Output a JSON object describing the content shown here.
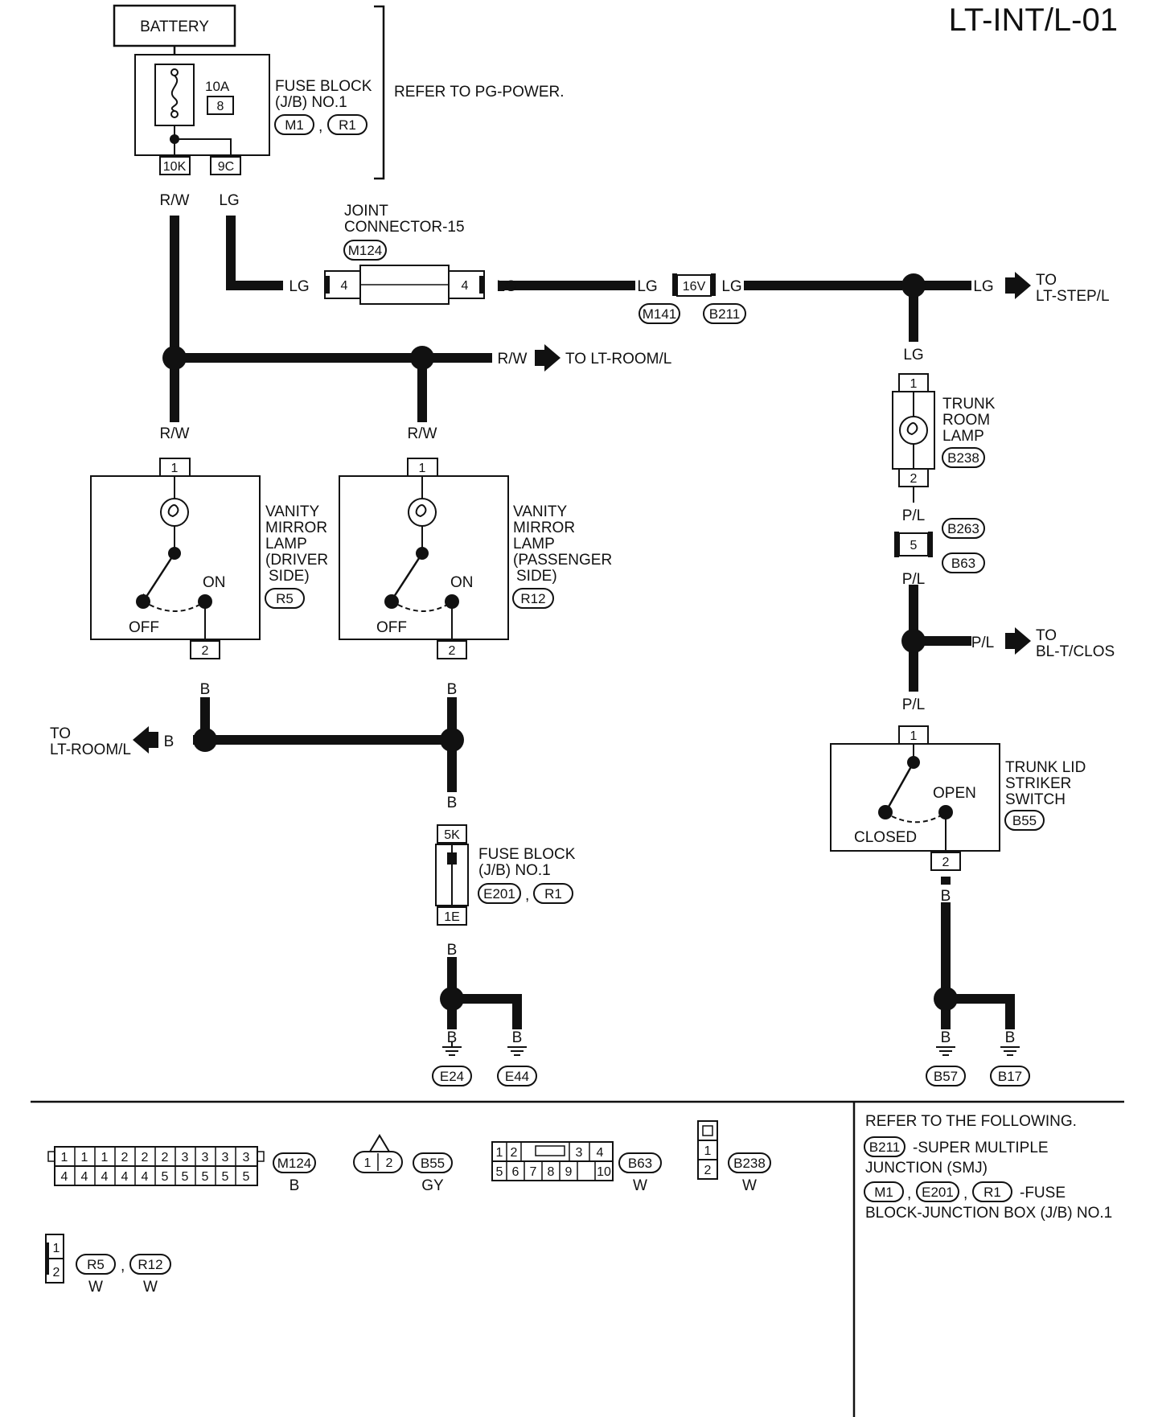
{
  "page_code": "LT-INT/L-01",
  "battery": "BATTERY",
  "fuse_top": {
    "amp": "10A",
    "num": "8",
    "label": [
      "FUSE BLOCK",
      "(J/B) NO.1"
    ],
    "conns": [
      "M1",
      "R1"
    ],
    "term_left": "10K",
    "term_right": "9C"
  },
  "refer_pg": "REFER TO PG-POWER.",
  "wire_colors": {
    "rw": "R/W",
    "lg": "LG",
    "pl": "P/L",
    "b": "B"
  },
  "joint": {
    "label": [
      "JOINT",
      "CONNECTOR-15"
    ],
    "conn": "M124",
    "pin": "4"
  },
  "inline_16v": {
    "pin": "16V",
    "conns": [
      "M141",
      "B211"
    ]
  },
  "dest_step": [
    "TO",
    "LT-STEP/L"
  ],
  "dest_room": "TO LT-ROOM/L",
  "dest_room_left": [
    "TO",
    "LT-ROOM/L"
  ],
  "dest_bl": [
    "TO",
    "BL-T/CLOS"
  ],
  "trunk_room_lamp": {
    "label": [
      "TRUNK",
      "ROOM",
      "LAMP"
    ],
    "conn": "B238",
    "pins": [
      "1",
      "2"
    ]
  },
  "inline_5": {
    "pin": "5",
    "conns": [
      "B263",
      "B63"
    ]
  },
  "vanity_driver": {
    "label": [
      "VANITY",
      "MIRROR",
      "LAMP",
      "(DRIVER",
      "SIDE)"
    ],
    "conn": "R5",
    "off": "OFF",
    "on": "ON",
    "pins": [
      "1",
      "2"
    ]
  },
  "vanity_pass": {
    "label": [
      "VANITY",
      "MIRROR",
      "LAMP",
      "(PASSENGER",
      "SIDE)"
    ],
    "conn": "R12",
    "off": "OFF",
    "on": "ON",
    "pins": [
      "1",
      "2"
    ]
  },
  "trunk_switch": {
    "label": [
      "TRUNK LID",
      "STRIKER",
      "SWITCH"
    ],
    "conn": "B55",
    "open": "OPEN",
    "closed": "CLOSED",
    "pins": [
      "1",
      "2"
    ]
  },
  "fuse_bottom": {
    "label": [
      "FUSE BLOCK",
      "(J/B) NO.1"
    ],
    "conns": [
      "E201",
      "R1"
    ],
    "term_top": "5K",
    "term_bottom": "1E"
  },
  "grounds": [
    "E24",
    "E44",
    "B57",
    "B17"
  ],
  "legend_connectors": {
    "m124": {
      "row1": [
        "1",
        "1",
        "1",
        "2",
        "2",
        "2",
        "3",
        "3",
        "3",
        "3"
      ],
      "row2": [
        "4",
        "4",
        "4",
        "4",
        "4",
        "5",
        "5",
        "5",
        "5",
        "5"
      ],
      "id": "M124",
      "color": "B"
    },
    "b55": {
      "pins": [
        "1",
        "2"
      ],
      "id": "B55",
      "color": "GY"
    },
    "b63": {
      "row1": [
        "1",
        "2",
        "3",
        "4"
      ],
      "row2": [
        "5",
        "6",
        "7",
        "8",
        "9",
        "10"
      ],
      "id": "B63",
      "color": "W"
    },
    "b238": {
      "pins": [
        "1",
        "2"
      ],
      "id": "B238",
      "color": "W"
    },
    "r5r12": {
      "pins": [
        "1",
        "2"
      ],
      "ids": [
        "R5",
        "R12"
      ],
      "colors": [
        "W",
        "W"
      ]
    }
  },
  "refer_box": {
    "heading": "REFER TO THE FOLLOWING.",
    "smj_conn": "B211",
    "smj_text": [
      "-SUPER MULTIPLE",
      "JUNCTION (SMJ)"
    ],
    "jb_conns": [
      "M1",
      "E201",
      "R1"
    ],
    "jb_text": [
      "-FUSE",
      "BLOCK-JUNCTION BOX (J/B) NO.1"
    ]
  }
}
